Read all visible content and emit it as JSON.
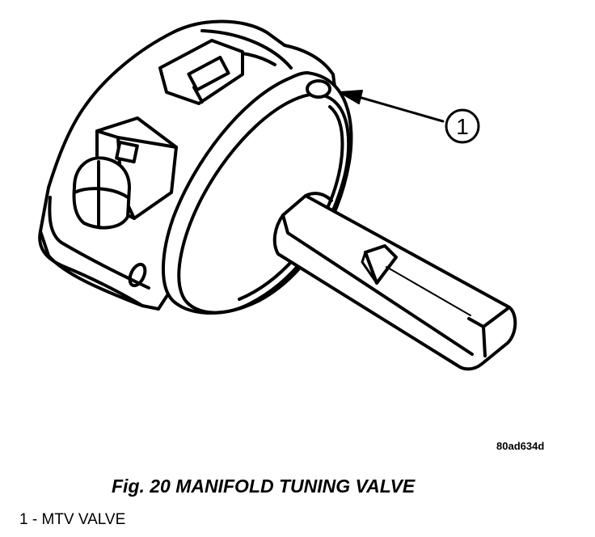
{
  "figure": {
    "callout_number": "1",
    "image_code": "80ad634d",
    "caption": "Fig. 20 MANIFOLD TUNING VALVE",
    "legend": "1 - MTV VALVE"
  }
}
